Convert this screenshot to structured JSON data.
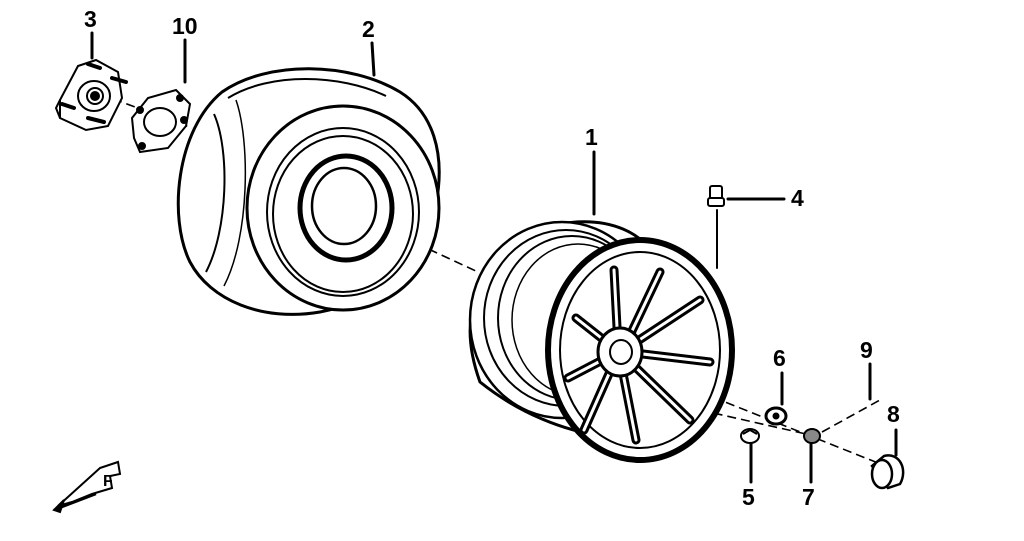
{
  "diagram": {
    "callouts": {
      "c1": "1",
      "c2": "2",
      "c3": "3",
      "c4": "4",
      "c5": "5",
      "c6": "6",
      "c7": "7",
      "c8": "8",
      "c9": "9",
      "c10": "10"
    },
    "direction_marker": "F",
    "colors": {
      "line": "#000000",
      "background": "#ffffff"
    }
  }
}
